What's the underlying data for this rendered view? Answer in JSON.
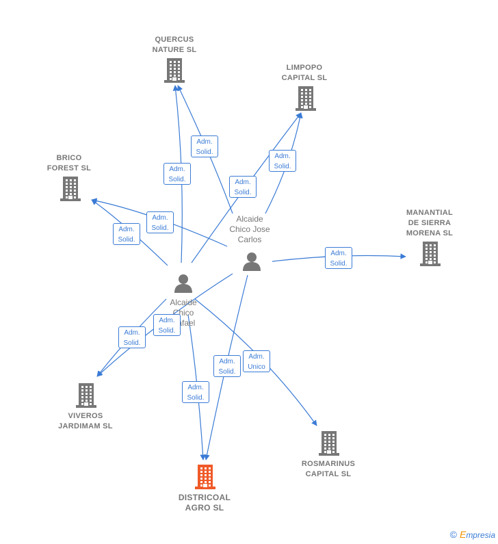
{
  "colors": {
    "edge": "#3a7bd5",
    "company": "#777777",
    "focus_company": "#f05a28",
    "person": "#777777"
  },
  "companies": [
    {
      "id": "quercus",
      "name": "QUERCUS\nNATURE  SL",
      "icon": "building-icon",
      "focus": false
    },
    {
      "id": "limpopo",
      "name": "LIMPOPO\nCAPITAL  SL",
      "icon": "building-icon",
      "focus": false
    },
    {
      "id": "brico",
      "name": "BRICO\nFOREST  SL",
      "icon": "building-icon",
      "focus": false
    },
    {
      "id": "manantial",
      "name": "MANANTIAL\nDE SIERRA\nMORENA  SL",
      "icon": "building-icon",
      "focus": false
    },
    {
      "id": "viveros",
      "name": "VIVEROS\nJARDIMAM SL",
      "icon": "building-icon",
      "focus": false
    },
    {
      "id": "districoal",
      "name": "DISTRICOAL\nAGRO  SL",
      "icon": "building-icon",
      "focus": true
    },
    {
      "id": "rosmarinus",
      "name": "ROSMARINUS\nCAPITAL  SL",
      "icon": "building-icon",
      "focus": false
    }
  ],
  "persons": [
    {
      "id": "jose",
      "name": "Alcaide\nChico Jose\nCarlos",
      "icon": "person-icon"
    },
    {
      "id": "rafael",
      "name": "Alcaide\nChico\nRafael",
      "icon": "person-icon"
    }
  ],
  "edges": [
    {
      "from": "rafael",
      "to": "quercus",
      "role1": "Adm.",
      "role2": "Solid."
    },
    {
      "from": "jose",
      "to": "quercus",
      "role1": "Adm.",
      "role2": "Solid."
    },
    {
      "from": "rafael",
      "to": "limpopo",
      "role1": "Adm.",
      "role2": "Solid."
    },
    {
      "from": "jose",
      "to": "limpopo",
      "role1": "Adm.",
      "role2": "Solid."
    },
    {
      "from": "jose",
      "to": "brico",
      "role1": "Adm.",
      "role2": "Solid."
    },
    {
      "from": "rafael",
      "to": "brico",
      "role1": "Adm.",
      "role2": "Solid."
    },
    {
      "from": "jose",
      "to": "manantial",
      "role1": "Adm.",
      "role2": "Solid."
    },
    {
      "from": "jose",
      "to": "viveros",
      "role1": "Adm.",
      "role2": "Solid."
    },
    {
      "from": "rafael",
      "to": "viveros",
      "role1": "Adm.",
      "role2": "Solid."
    },
    {
      "from": "rafael",
      "to": "districoal",
      "role1": "Adm.",
      "role2": "Solid."
    },
    {
      "from": "jose",
      "to": "districoal",
      "role1": "Adm.",
      "role2": "Solid."
    },
    {
      "from": "rafael",
      "to": "rosmarinus",
      "role1": "Adm.",
      "role2": "Unico"
    }
  ],
  "watermark": {
    "copyright": "©",
    "brand_first": "E",
    "brand_rest": "mpresia"
  }
}
